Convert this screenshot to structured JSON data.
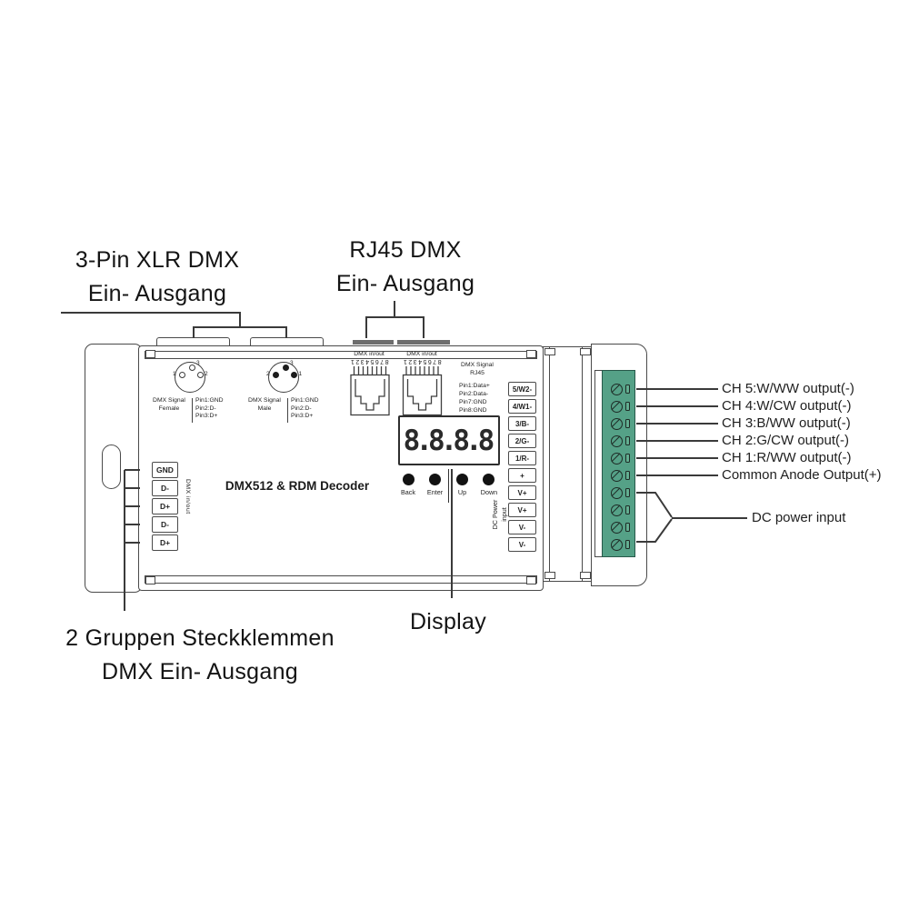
{
  "callout_labels": {
    "xlr": {
      "line1": "3-Pin XLR DMX",
      "line2": "Ein- Ausgang"
    },
    "rj45": {
      "line1": "RJ45 DMX",
      "line2": "Ein- Ausgang"
    },
    "display": "Display",
    "terminal_groups": {
      "line1": "2 Gruppen Steckklemmen",
      "line2": "DMX Ein- Ausgang"
    },
    "channels": [
      "CH 5:W/WW output(-)",
      "CH 4:W/CW output(-)",
      "CH 3:B/WW output(-)",
      "CH 2:G/CW output(-)",
      "CH 1:R/WW output(-)",
      "Common Anode Output(+)"
    ],
    "dc_power": "DC power input"
  },
  "device": {
    "title": "DMX512 & RDM Decoder",
    "display_value": "8.8.8.8",
    "buttons": [
      "Back",
      "Enter",
      "Up",
      "Down"
    ],
    "xlr_female": {
      "signal_line1": "DMX Signal",
      "signal_line2": "Female",
      "pin1": "Pin1:GND",
      "pin2": "Pin2:D-",
      "pin3": "Pin3:D+",
      "num_left": "1",
      "num_top": "3",
      "num_right": "2"
    },
    "xlr_male": {
      "signal_line1": "DMX Signal",
      "signal_line2": "Male",
      "pin1": "Pin1:GND",
      "pin2": "Pin2:D-",
      "pin3": "Pin3:D+",
      "num_left": "2",
      "num_top": "3",
      "num_right": "1"
    },
    "rj45_port_label": "DMX in/out",
    "rj45_pin_numbers": "87654321",
    "rj45_signal": {
      "line1": "DMX Signal",
      "line2": "RJ45",
      "pin1": "Pin1:Data+",
      "pin2": "Pin2:Data-",
      "pin3": "Pin7:GND",
      "pin4": "Pin8:GND"
    },
    "left_terminals": {
      "t0": "GND",
      "t1": "D-",
      "t2": "D+",
      "t3": "D-",
      "t4": "D+",
      "group_label": "DMX in/out"
    },
    "right_terminals": {
      "t0": "5/W2-",
      "t1": "4/W1-",
      "t2": "3/B-",
      "t3": "2/G-",
      "t4": "1/R-",
      "t5": "+",
      "t6": "V+",
      "t7": "V+",
      "t8": "V-",
      "t9": "V-"
    },
    "dc_power_vertical": {
      "line1": "DC Power",
      "line2": "input"
    }
  },
  "colors": {
    "terminal_block_green": "#55a187",
    "line_dark": "#3a3a3a"
  }
}
